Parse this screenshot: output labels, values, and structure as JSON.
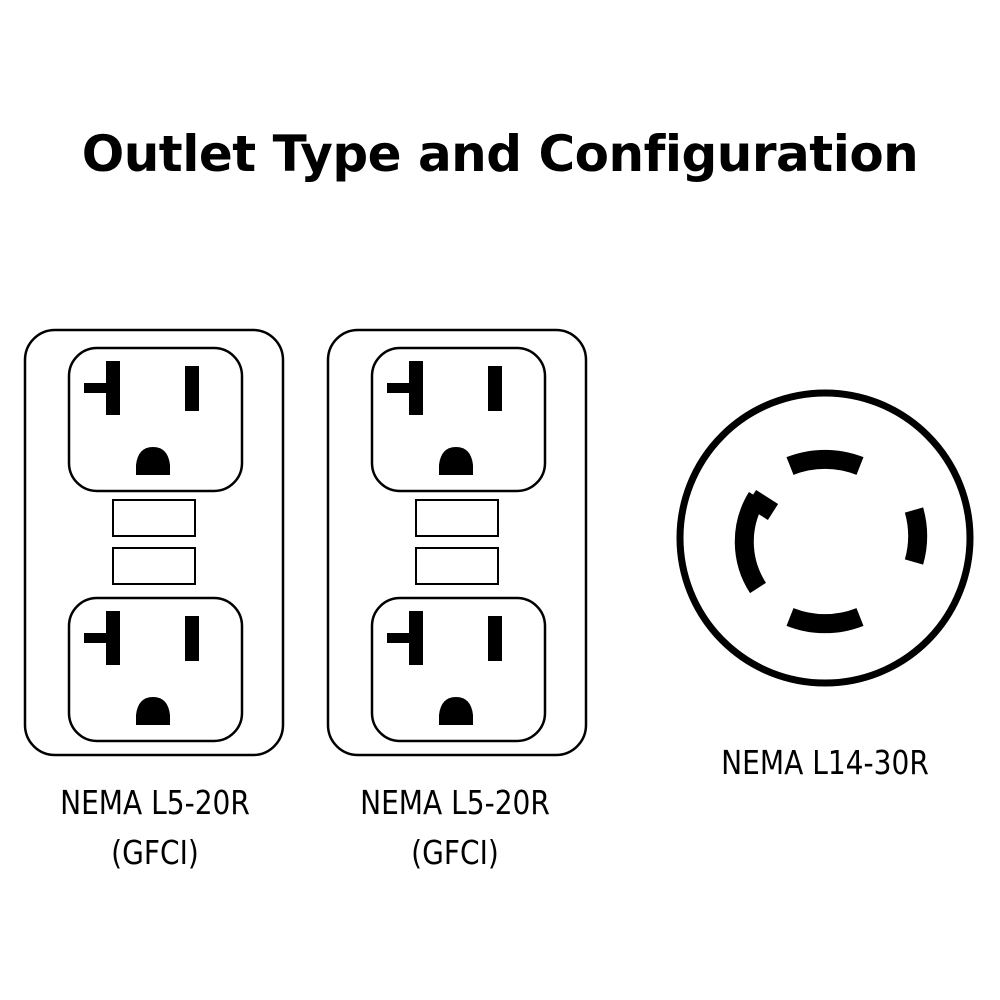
{
  "title": "Outlet Type and Configuration",
  "colors": {
    "ink": "#000000",
    "background": "#ffffff"
  },
  "outlets": [
    {
      "label_line1": "NEMA L5-20R",
      "label_line2": "(GFCI)",
      "kind": "duplex-gfci"
    },
    {
      "label_line1": "NEMA L5-20R",
      "label_line2": "(GFCI)",
      "kind": "duplex-gfci"
    },
    {
      "label_line1": "NEMA L14-30R",
      "kind": "locking-round"
    }
  ]
}
